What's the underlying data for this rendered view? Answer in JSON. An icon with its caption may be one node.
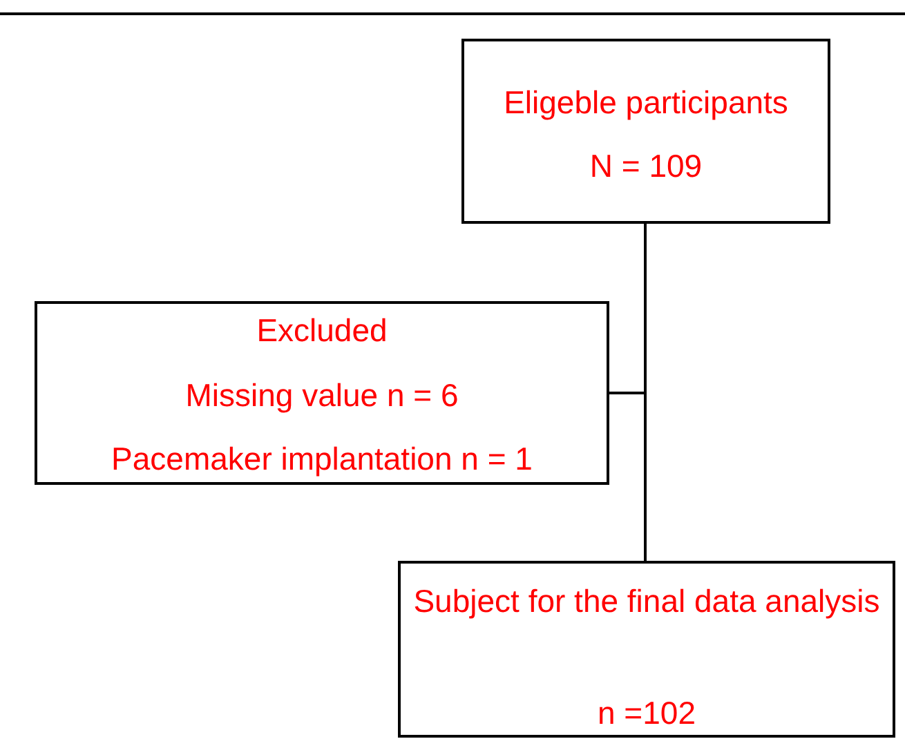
{
  "diagram": {
    "nodes": [
      {
        "text": [
          "Eligeble participants",
          "N = 109"
        ]
      },
      {
        "text": [
          "Excluded",
          "Missing value n = 6",
          "Pacemaker implantation n = 1"
        ]
      },
      {
        "text": [
          "Subject for the final data analysis",
          "n =102"
        ]
      }
    ],
    "edges": [
      {
        "from": 0,
        "to": 1,
        "arrow": "none"
      },
      {
        "from": 0,
        "to": 2,
        "arrow": "none"
      }
    ]
  }
}
